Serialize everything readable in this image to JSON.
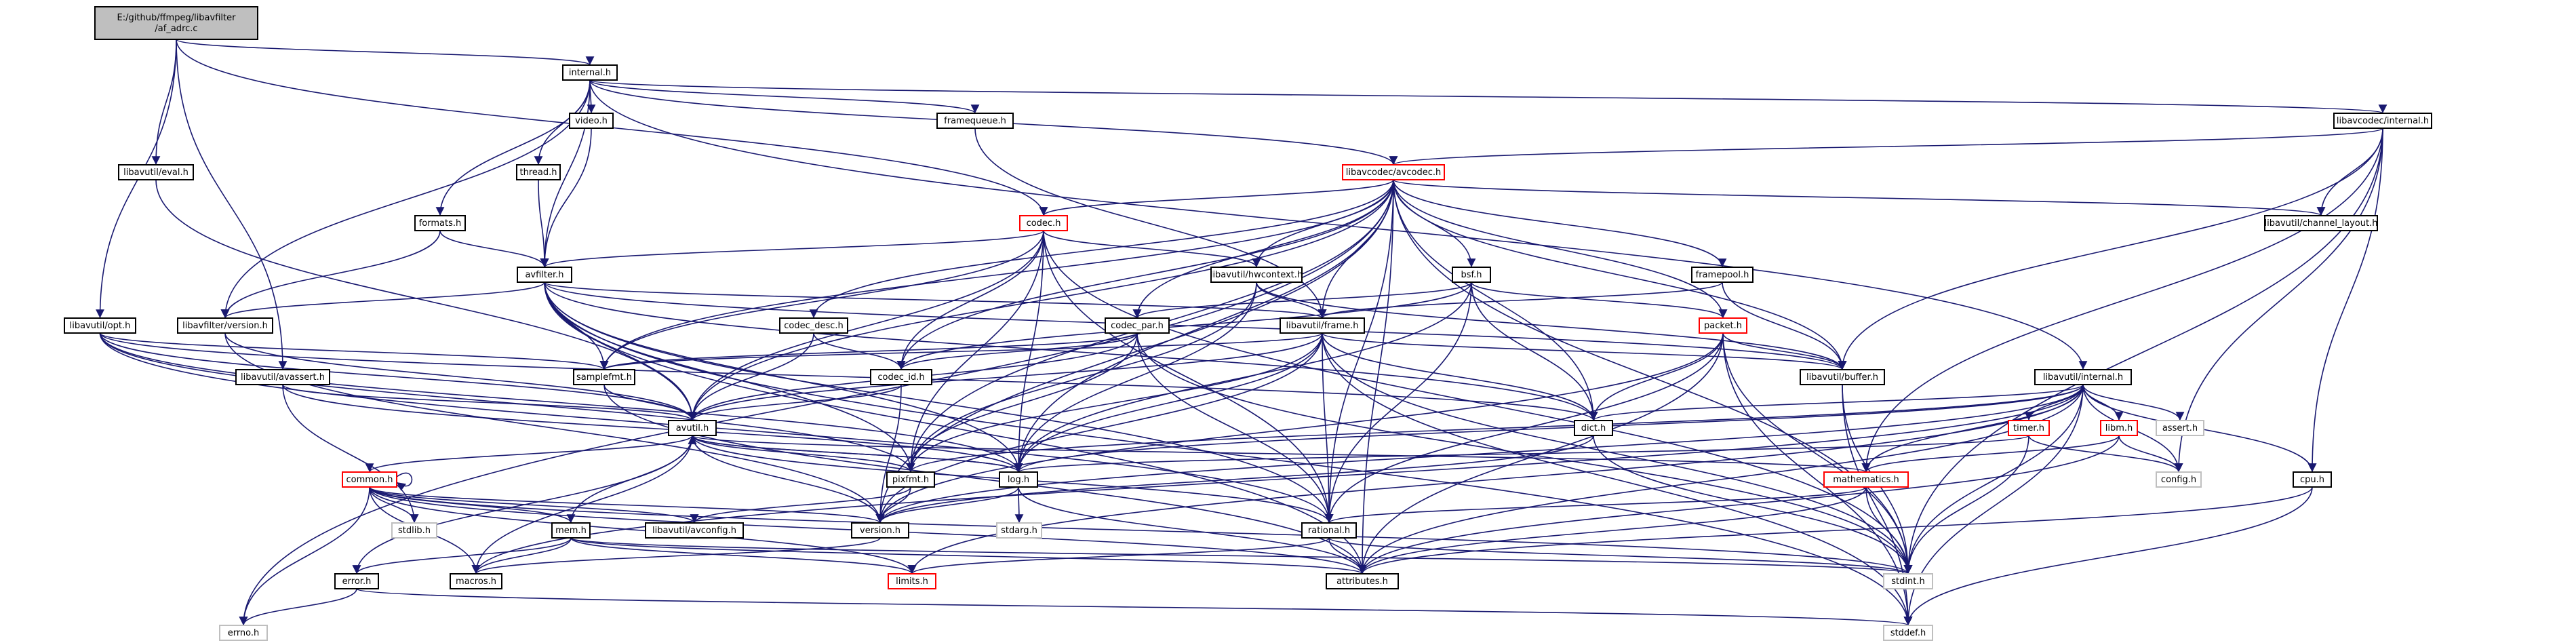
{
  "colors": {
    "edge": "#191970",
    "root_fill": "#bfbfbf",
    "root_border": "#000000",
    "node_border": "#000000",
    "red_border": "#ff0000",
    "missing_border": "#bfbfbf",
    "missing_text": "#808080",
    "fill": "#ffffff"
  },
  "nodes": [
    {
      "id": "root",
      "lines": [
        "E:/github/ffmpeg/libavfilter",
        "/af_adrc.c"
      ],
      "kind": "root"
    },
    {
      "id": "internal",
      "lines": [
        "internal.h"
      ],
      "kind": "normal"
    },
    {
      "id": "eval",
      "lines": [
        "libavutil/eval.h"
      ],
      "kind": "normal"
    },
    {
      "id": "opt",
      "lines": [
        "libavutil/opt.h"
      ],
      "kind": "normal"
    },
    {
      "id": "video",
      "lines": [
        "video.h"
      ],
      "kind": "normal"
    },
    {
      "id": "thread",
      "lines": [
        "thread.h"
      ],
      "kind": "normal"
    },
    {
      "id": "formats",
      "lines": [
        "formats.h"
      ],
      "kind": "normal"
    },
    {
      "id": "framequeue",
      "lines": [
        "framequeue.h"
      ],
      "kind": "normal"
    },
    {
      "id": "lavcinternal",
      "lines": [
        "libavcodec/internal.h"
      ],
      "kind": "normal"
    },
    {
      "id": "avcodec",
      "lines": [
        "libavcodec/avcodec.h"
      ],
      "kind": "red"
    },
    {
      "id": "chlayout",
      "lines": [
        "libavutil/channel_layout.h"
      ],
      "kind": "normal"
    },
    {
      "id": "codec",
      "lines": [
        "codec.h"
      ],
      "kind": "red"
    },
    {
      "id": "avfilter",
      "lines": [
        "avfilter.h"
      ],
      "kind": "normal"
    },
    {
      "id": "hwcontext",
      "lines": [
        "libavutil/hwcontext.h"
      ],
      "kind": "normal"
    },
    {
      "id": "bsf",
      "lines": [
        "bsf.h"
      ],
      "kind": "normal"
    },
    {
      "id": "framepool",
      "lines": [
        "framepool.h"
      ],
      "kind": "normal"
    },
    {
      "id": "lavfversion",
      "lines": [
        "libavfilter/version.h"
      ],
      "kind": "normal"
    },
    {
      "id": "codecdesc",
      "lines": [
        "codec_desc.h"
      ],
      "kind": "normal"
    },
    {
      "id": "codecpar",
      "lines": [
        "codec_par.h"
      ],
      "kind": "normal"
    },
    {
      "id": "frame",
      "lines": [
        "libavutil/frame.h"
      ],
      "kind": "normal"
    },
    {
      "id": "packet",
      "lines": [
        "packet.h"
      ],
      "kind": "red"
    },
    {
      "id": "lavuinternal",
      "lines": [
        "libavutil/internal.h"
      ],
      "kind": "normal"
    },
    {
      "id": "avassert",
      "lines": [
        "libavutil/avassert.h"
      ],
      "kind": "normal"
    },
    {
      "id": "samplefmt",
      "lines": [
        "samplefmt.h"
      ],
      "kind": "normal"
    },
    {
      "id": "codecid",
      "lines": [
        "codec_id.h"
      ],
      "kind": "normal"
    },
    {
      "id": "buffer",
      "lines": [
        "libavutil/buffer.h"
      ],
      "kind": "normal"
    },
    {
      "id": "avutil",
      "lines": [
        "avutil.h"
      ],
      "kind": "normal"
    },
    {
      "id": "dict",
      "lines": [
        "dict.h"
      ],
      "kind": "normal"
    },
    {
      "id": "timer",
      "lines": [
        "timer.h"
      ],
      "kind": "red"
    },
    {
      "id": "libm",
      "lines": [
        "libm.h"
      ],
      "kind": "red"
    },
    {
      "id": "assert",
      "lines": [
        "assert.h"
      ],
      "kind": "missing"
    },
    {
      "id": "pixfmt",
      "lines": [
        "pixfmt.h"
      ],
      "kind": "normal"
    },
    {
      "id": "log",
      "lines": [
        "log.h"
      ],
      "kind": "normal"
    },
    {
      "id": "config",
      "lines": [
        "config.h"
      ],
      "kind": "missing"
    },
    {
      "id": "common",
      "lines": [
        "common.h"
      ],
      "kind": "red"
    },
    {
      "id": "mathematics",
      "lines": [
        "mathematics.h"
      ],
      "kind": "red"
    },
    {
      "id": "cpu",
      "lines": [
        "cpu.h"
      ],
      "kind": "normal"
    },
    {
      "id": "stdlib",
      "lines": [
        "stdlib.h"
      ],
      "kind": "missing"
    },
    {
      "id": "mem",
      "lines": [
        "mem.h"
      ],
      "kind": "normal"
    },
    {
      "id": "avconfig",
      "lines": [
        "libavutil/avconfig.h"
      ],
      "kind": "normal"
    },
    {
      "id": "version",
      "lines": [
        "version.h"
      ],
      "kind": "normal"
    },
    {
      "id": "stdarg",
      "lines": [
        "stdarg.h"
      ],
      "kind": "missing"
    },
    {
      "id": "rational",
      "lines": [
        "rational.h"
      ],
      "kind": "normal"
    },
    {
      "id": "error",
      "lines": [
        "error.h"
      ],
      "kind": "normal"
    },
    {
      "id": "macros",
      "lines": [
        "macros.h"
      ],
      "kind": "normal"
    },
    {
      "id": "limits",
      "lines": [
        "limits.h"
      ],
      "kind": "red"
    },
    {
      "id": "attributes",
      "lines": [
        "attributes.h"
      ],
      "kind": "normal"
    },
    {
      "id": "stdint",
      "lines": [
        "stdint.h"
      ],
      "kind": "missing"
    },
    {
      "id": "errno",
      "lines": [
        "errno.h"
      ],
      "kind": "missing"
    },
    {
      "id": "stddef",
      "lines": [
        "stddef.h"
      ],
      "kind": "missing"
    }
  ],
  "edges": [
    [
      "root",
      "internal"
    ],
    [
      "root",
      "eval"
    ],
    [
      "root",
      "opt"
    ],
    [
      "root",
      "avassert"
    ],
    [
      "root",
      "codec"
    ],
    [
      "internal",
      "video"
    ],
    [
      "internal",
      "thread"
    ],
    [
      "internal",
      "formats"
    ],
    [
      "internal",
      "framequeue"
    ],
    [
      "internal",
      "lavcinternal"
    ],
    [
      "internal",
      "avcodec"
    ],
    [
      "internal",
      "avfilter"
    ],
    [
      "internal",
      "lavfversion"
    ],
    [
      "internal",
      "lavuinternal"
    ],
    [
      "video",
      "avfilter"
    ],
    [
      "thread",
      "avfilter"
    ],
    [
      "formats",
      "avfilter"
    ],
    [
      "formats",
      "lavfversion"
    ],
    [
      "framequeue",
      "frame"
    ],
    [
      "lavcinternal",
      "avcodec"
    ],
    [
      "lavcinternal",
      "chlayout"
    ],
    [
      "lavcinternal",
      "buffer"
    ],
    [
      "lavcinternal",
      "mathematics"
    ],
    [
      "lavcinternal",
      "config"
    ],
    [
      "lavcinternal",
      "cpu"
    ],
    [
      "lavcinternal",
      "stdint"
    ],
    [
      "avcodec",
      "codec"
    ],
    [
      "avcodec",
      "chlayout"
    ],
    [
      "avcodec",
      "hwcontext"
    ],
    [
      "avcodec",
      "bsf"
    ],
    [
      "avcodec",
      "framepool"
    ],
    [
      "avcodec",
      "codecdesc"
    ],
    [
      "avcodec",
      "codecpar"
    ],
    [
      "avcodec",
      "frame"
    ],
    [
      "avcodec",
      "packet"
    ],
    [
      "avcodec",
      "samplefmt"
    ],
    [
      "avcodec",
      "codecid"
    ],
    [
      "avcodec",
      "buffer"
    ],
    [
      "avcodec",
      "avutil"
    ],
    [
      "avcodec",
      "dict"
    ],
    [
      "avcodec",
      "pixfmt"
    ],
    [
      "avcodec",
      "log"
    ],
    [
      "avcodec",
      "rational"
    ],
    [
      "avcodec",
      "attributes"
    ],
    [
      "avcodec",
      "errno"
    ],
    [
      "avcodec",
      "version"
    ],
    [
      "avcodec",
      "stdint"
    ],
    [
      "codec",
      "avfilter"
    ],
    [
      "codec",
      "hwcontext"
    ],
    [
      "codec",
      "samplefmt"
    ],
    [
      "codec",
      "codecid"
    ],
    [
      "codec",
      "avutil"
    ],
    [
      "codec",
      "pixfmt"
    ],
    [
      "codec",
      "log"
    ],
    [
      "codec",
      "rational"
    ],
    [
      "codec",
      "stdint"
    ],
    [
      "avfilter",
      "lavfversion"
    ],
    [
      "avfilter",
      "frame"
    ],
    [
      "avfilter",
      "samplefmt"
    ],
    [
      "avfilter",
      "avutil"
    ],
    [
      "avfilter",
      "buffer"
    ],
    [
      "avfilter",
      "dict"
    ],
    [
      "avfilter",
      "log"
    ],
    [
      "avfilter",
      "pixfmt"
    ],
    [
      "avfilter",
      "rational"
    ],
    [
      "avfilter",
      "stddef"
    ],
    [
      "avfilter",
      "attributes"
    ],
    [
      "hwcontext",
      "frame"
    ],
    [
      "hwcontext",
      "buffer"
    ],
    [
      "hwcontext",
      "pixfmt"
    ],
    [
      "hwcontext",
      "log"
    ],
    [
      "bsf",
      "codecpar"
    ],
    [
      "bsf",
      "packet"
    ],
    [
      "bsf",
      "codecid"
    ],
    [
      "bsf",
      "dict"
    ],
    [
      "bsf",
      "log"
    ],
    [
      "bsf",
      "rational"
    ],
    [
      "framepool",
      "frame"
    ],
    [
      "framepool",
      "buffer"
    ],
    [
      "lavfversion",
      "version"
    ],
    [
      "lavfversion",
      "avutil"
    ],
    [
      "codecdesc",
      "codecid"
    ],
    [
      "codecdesc",
      "avutil"
    ],
    [
      "codecpar",
      "codecid"
    ],
    [
      "codecpar",
      "avutil"
    ],
    [
      "codecpar",
      "pixfmt"
    ],
    [
      "codecpar",
      "rational"
    ],
    [
      "codecpar",
      "stdint"
    ],
    [
      "codecpar",
      "samplefmt"
    ],
    [
      "frame",
      "samplefmt"
    ],
    [
      "frame",
      "avutil"
    ],
    [
      "frame",
      "buffer"
    ],
    [
      "frame",
      "dict"
    ],
    [
      "frame",
      "pixfmt"
    ],
    [
      "frame",
      "log"
    ],
    [
      "frame",
      "rational"
    ],
    [
      "frame",
      "stddef"
    ],
    [
      "frame",
      "stdint"
    ],
    [
      "frame",
      "version"
    ],
    [
      "packet",
      "buffer"
    ],
    [
      "packet",
      "attributes"
    ],
    [
      "packet",
      "dict"
    ],
    [
      "packet",
      "rational"
    ],
    [
      "packet",
      "version"
    ],
    [
      "packet",
      "stddef"
    ],
    [
      "packet",
      "stdint"
    ],
    [
      "lavuinternal",
      "dict"
    ],
    [
      "lavuinternal",
      "timer"
    ],
    [
      "lavuinternal",
      "libm"
    ],
    [
      "lavuinternal",
      "assert"
    ],
    [
      "lavuinternal",
      "cpu"
    ],
    [
      "lavuinternal",
      "config"
    ],
    [
      "lavuinternal",
      "pixfmt"
    ],
    [
      "lavuinternal",
      "mathematics"
    ],
    [
      "lavuinternal",
      "version"
    ],
    [
      "lavuinternal",
      "attributes"
    ],
    [
      "lavuinternal",
      "macros"
    ],
    [
      "lavuinternal",
      "stdint"
    ],
    [
      "lavuinternal",
      "stddef"
    ],
    [
      "lavuinternal",
      "log"
    ],
    [
      "lavuinternal",
      "limits"
    ],
    [
      "avassert",
      "avutil"
    ],
    [
      "avassert",
      "log"
    ],
    [
      "avassert",
      "stdlib"
    ],
    [
      "opt",
      "samplefmt"
    ],
    [
      "opt",
      "avutil"
    ],
    [
      "opt",
      "dict"
    ],
    [
      "opt",
      "pixfmt"
    ],
    [
      "opt",
      "rational"
    ],
    [
      "opt",
      "log"
    ],
    [
      "eval",
      "avutil"
    ],
    [
      "samplefmt",
      "avutil"
    ],
    [
      "samplefmt",
      "attributes"
    ],
    [
      "codecid",
      "avutil"
    ],
    [
      "codecid",
      "version"
    ],
    [
      "buffer",
      "stdint"
    ],
    [
      "buffer",
      "stddef"
    ],
    [
      "avutil",
      "common"
    ],
    [
      "avutil",
      "error"
    ],
    [
      "avutil",
      "macros"
    ],
    [
      "avutil",
      "mathematics"
    ],
    [
      "avutil",
      "version"
    ],
    [
      "avutil",
      "rational"
    ],
    [
      "avutil",
      "log"
    ],
    [
      "avutil",
      "pixfmt"
    ],
    [
      "dict",
      "stdint"
    ],
    [
      "dict",
      "version"
    ],
    [
      "timer",
      "config"
    ],
    [
      "timer",
      "log"
    ],
    [
      "timer",
      "stdint"
    ],
    [
      "libm",
      "config"
    ],
    [
      "libm",
      "attributes"
    ],
    [
      "libm",
      "mathematics"
    ],
    [
      "pixfmt",
      "avconfig"
    ],
    [
      "pixfmt",
      "version"
    ],
    [
      "log",
      "avutil"
    ],
    [
      "log",
      "attributes"
    ],
    [
      "log",
      "version"
    ],
    [
      "log",
      "stdarg"
    ],
    [
      "common",
      "attributes"
    ],
    [
      "common",
      "macros"
    ],
    [
      "common",
      "version"
    ],
    [
      "common",
      "errno"
    ],
    [
      "common",
      "stdlib"
    ],
    [
      "common",
      "limits"
    ],
    [
      "common",
      "stdint"
    ],
    [
      "common",
      "avconfig"
    ],
    [
      "common",
      "mem"
    ],
    [
      "common",
      "common"
    ],
    [
      "mathematics",
      "attributes"
    ],
    [
      "mathematics",
      "rational"
    ],
    [
      "mathematics",
      "stdint"
    ],
    [
      "cpu",
      "attributes"
    ],
    [
      "cpu",
      "stddef"
    ],
    [
      "mem",
      "attributes"
    ],
    [
      "mem",
      "avutil"
    ],
    [
      "mem",
      "error"
    ],
    [
      "mem",
      "macros"
    ],
    [
      "mem",
      "stdint"
    ],
    [
      "mem",
      "limits"
    ],
    [
      "version",
      "macros"
    ],
    [
      "rational",
      "attributes"
    ],
    [
      "rational",
      "stdint"
    ],
    [
      "rational",
      "limits"
    ],
    [
      "error",
      "errno"
    ],
    [
      "error",
      "stddef"
    ]
  ]
}
